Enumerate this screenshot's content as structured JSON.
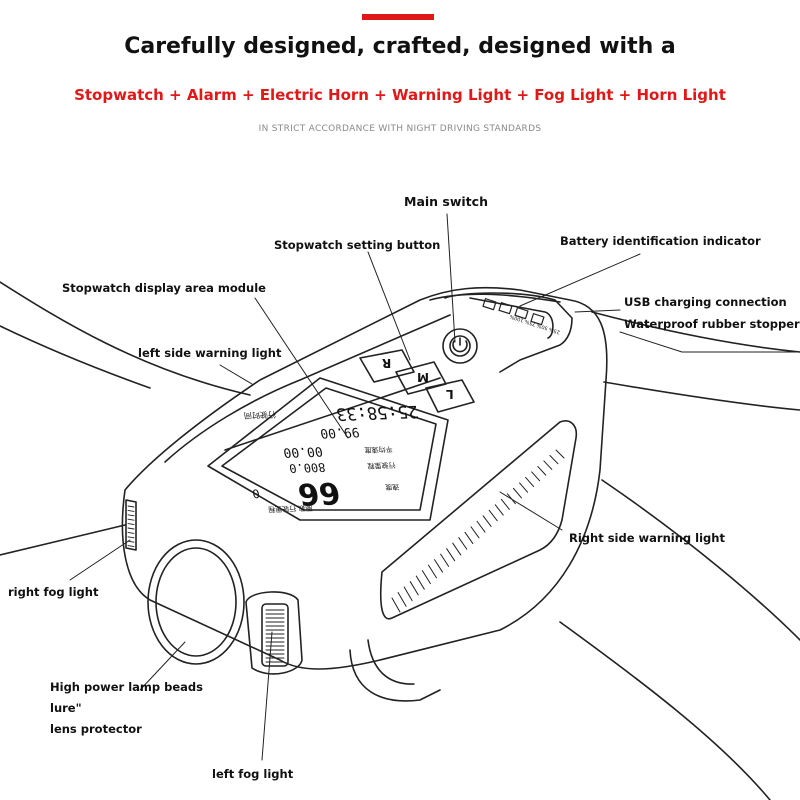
{
  "header": {
    "title": "Carefully designed, crafted, designed with a",
    "features": "Stopwatch + Alarm + Electric Horn + Warning Light + Fog Light + Horn Light",
    "tagline": "IN STRICT ACCORDANCE WITH NIGHT DRIVING STANDARDS"
  },
  "labels": {
    "main_switch": "Main switch",
    "stopwatch_setting_button": "Stopwatch setting button",
    "battery_indicator": "Battery identification indicator",
    "stopwatch_display_module": "Stopwatch display area module",
    "usb_charging": "USB charging connection",
    "waterproof_stopper": "Waterproof rubber stopper",
    "left_side_warning": "left side warning light",
    "right_side_warning": "Right side warning light",
    "right_fog": "right fog light",
    "lamp_beads": "High power lamp beads",
    "lure": "lure\"",
    "lens_protector": "lens protector",
    "left_fog": "left fog light"
  },
  "device": {
    "buttons": [
      "R",
      "M",
      "L"
    ],
    "battery_levels": [
      "25%",
      "50%",
      "75%",
      "100%"
    ],
    "display": {
      "time": "25:58:33",
      "time_label": "行驶时间",
      "value_1": "99.00",
      "value_2": "00.00",
      "value_2_label": "平均速度",
      "value_3": "800.0",
      "value_3_label": "行驶里程",
      "speed": "66",
      "speed_label": "速度",
      "small_digit": "0",
      "footer_label": "圈数 行驶里程"
    }
  },
  "colors": {
    "accent": "#e01818",
    "line": "#222222",
    "tagline": "#8a8a8a"
  }
}
